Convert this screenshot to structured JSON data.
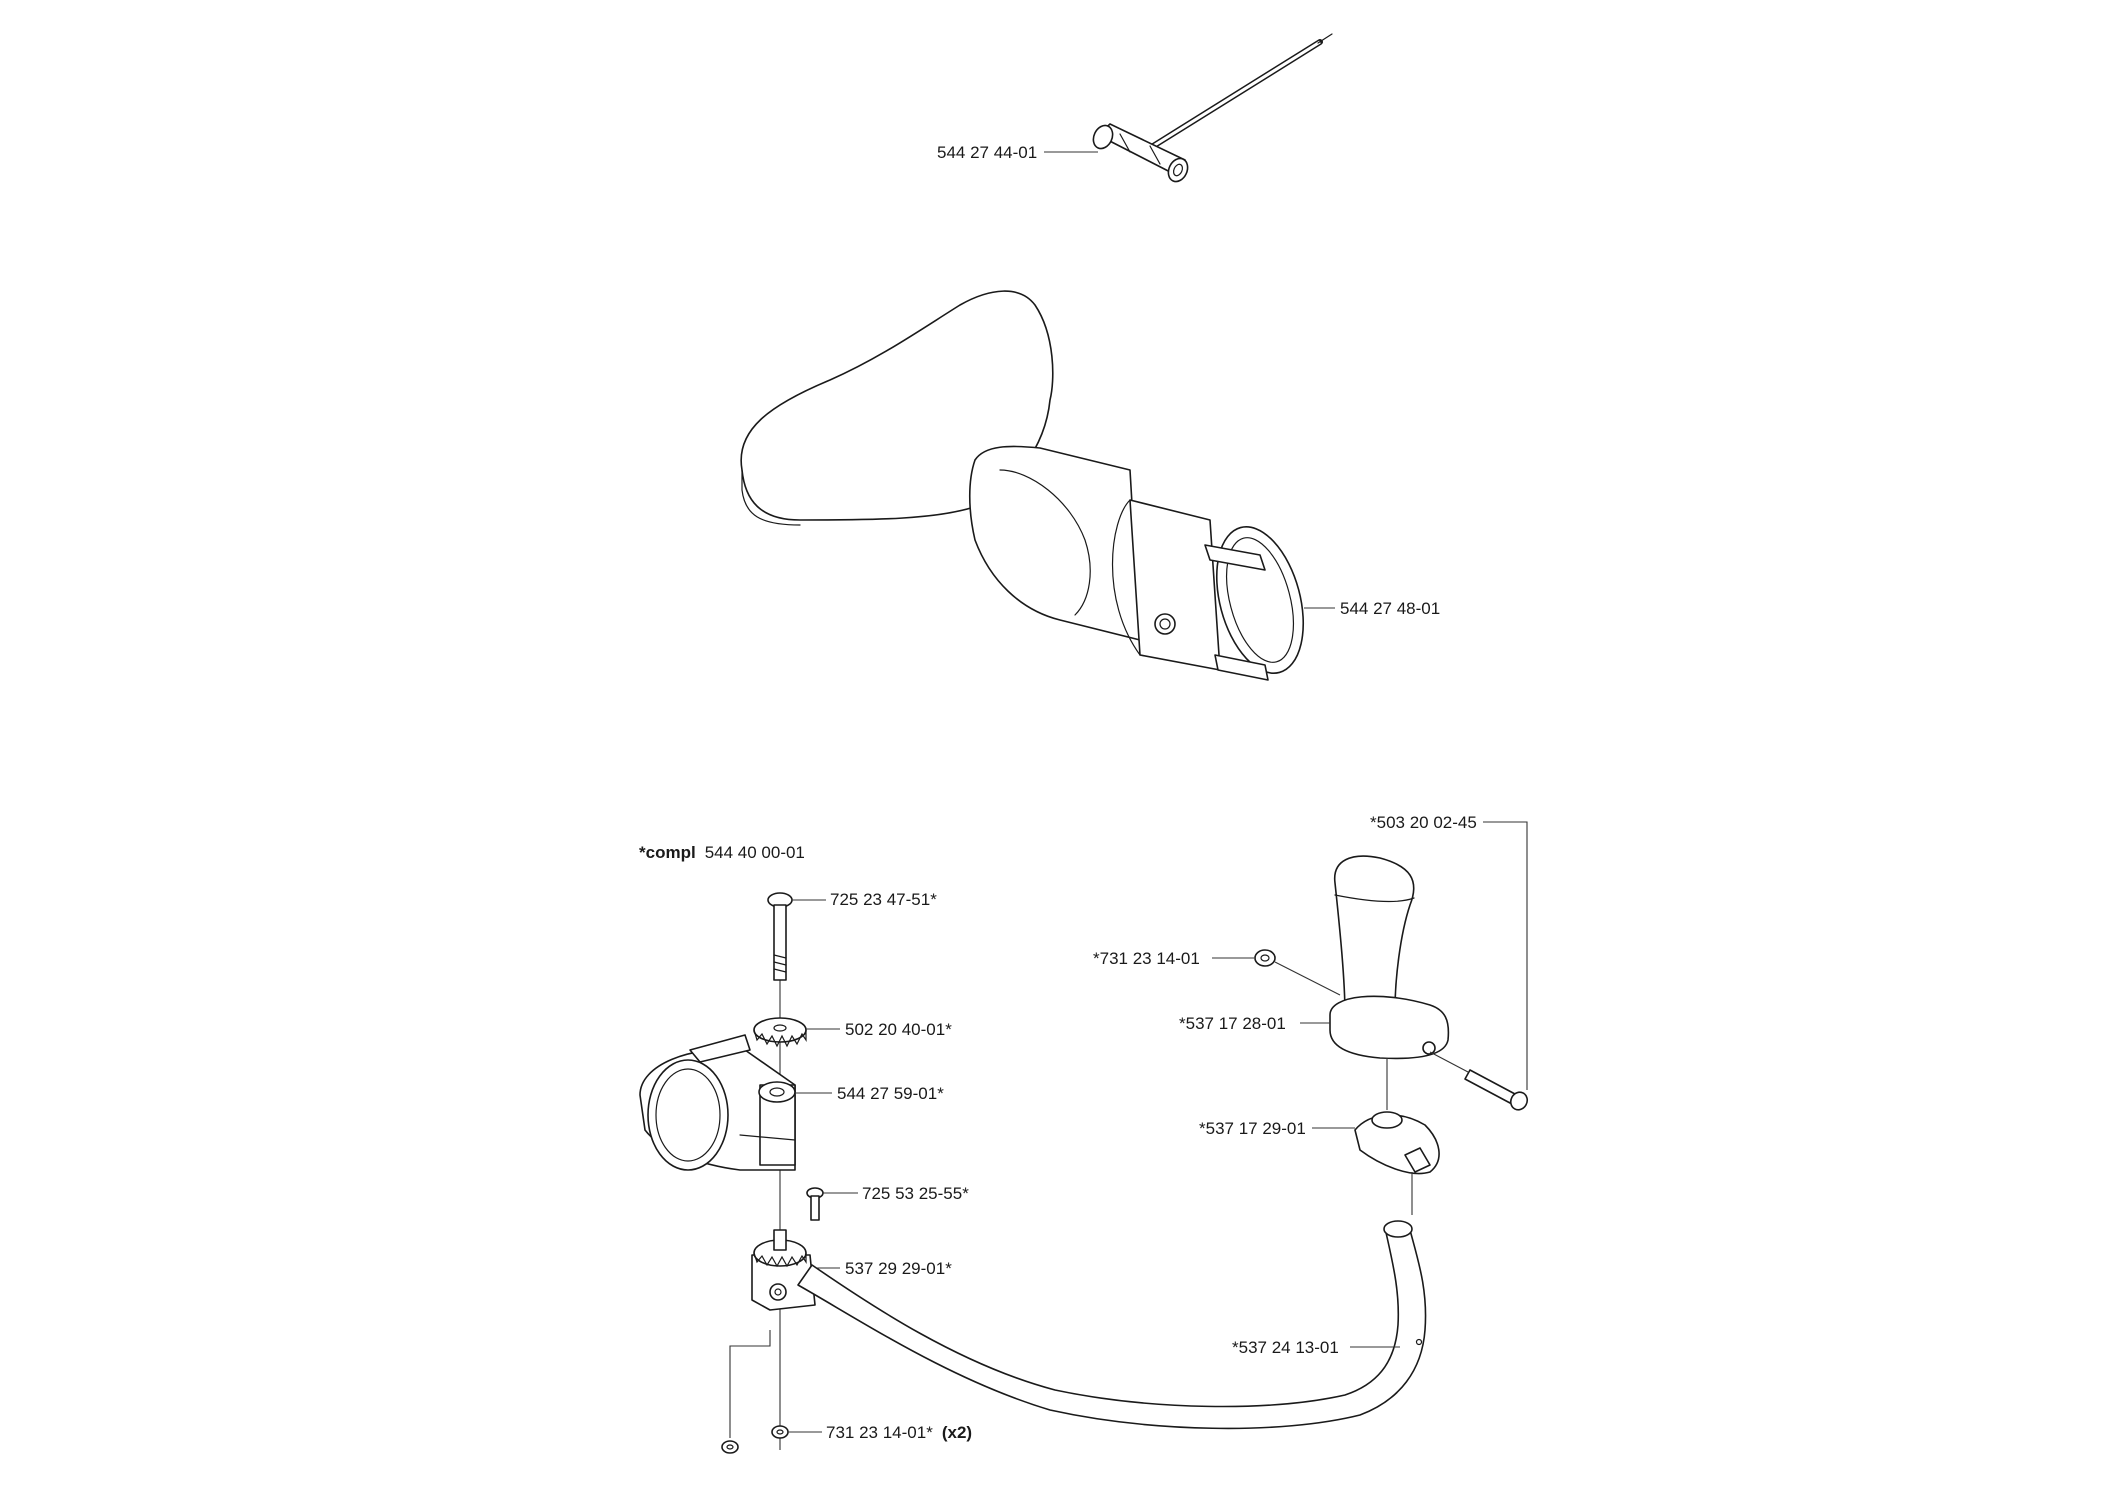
{
  "labels": {
    "combi_wrench": "544 27 44-01",
    "deflector": "544 27 48-01",
    "kit_prefix": "*compl",
    "kit_number": "544 40 00-01",
    "screw_top": "725 23 47-51*",
    "washer": "502 20 40-01*",
    "clamp": "544 27 59-01*",
    "small_screw": "725 53 25-55*",
    "bracket": "537 29 29-01*",
    "nut_bottom": "731 23 14-01*",
    "nut_bottom_qty": "(x2)",
    "grip_screw": "*503 20 02-45",
    "grip_nut": "*731 23 14-01",
    "grip_housing": "*537 17 28-01",
    "grip_clamp": "*537 17 29-01",
    "handle_bar": "*537 24 13-01"
  }
}
